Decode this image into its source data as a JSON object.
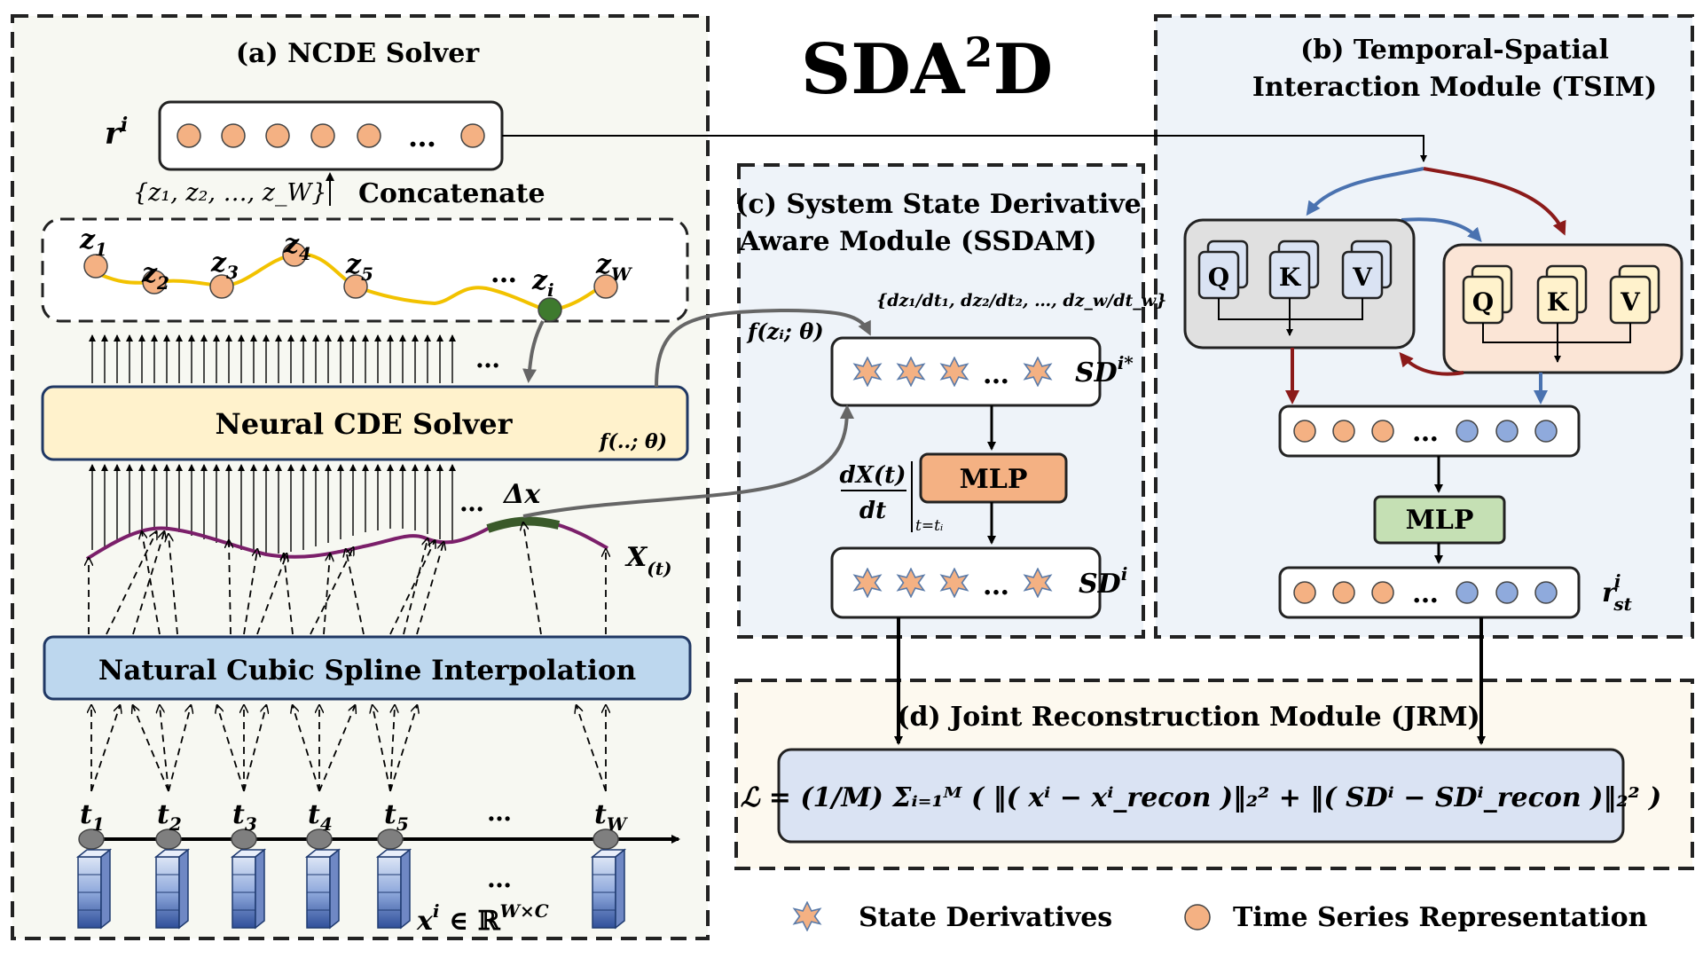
{
  "main_title": {
    "base": "SDA",
    "sup": "2",
    "tail": "D"
  },
  "panels": {
    "ncde": "(a) NCDE Solver",
    "tsim_line1": "(b) Temporal-Spatial",
    "tsim_line2": "Interaction Module (TSIM)",
    "ssdam_line1": "(c) System State Derivative",
    "ssdam_line2": "Aware Module (SSDAM)",
    "jrm": "(d) Joint Reconstruction Module (JRM)"
  },
  "ncde": {
    "r_label": "r",
    "r_sup": "i",
    "ellipsis": "…",
    "z_set": "{z₁, z₂, …, z_W}",
    "concatenate": "Concatenate",
    "z_labels": [
      "z",
      "z",
      "z",
      "z",
      "z",
      "z",
      "z"
    ],
    "z_subs": [
      "1",
      "2",
      "3",
      "4",
      "5",
      "i",
      "W"
    ],
    "solver_label": "Neural CDE Solver",
    "f_theta": "f(..; θ)",
    "delta_x": "Δx",
    "x_t": "X",
    "x_t_sub": "(t)",
    "spline_label": "Natural Cubic Spline Interpolation",
    "t_labels": [
      "t",
      "t",
      "t",
      "t",
      "t",
      "t"
    ],
    "t_subs": [
      "1",
      "2",
      "3",
      "4",
      "5",
      "W"
    ],
    "x_input": "x",
    "x_input_sup": "i",
    "x_input_tail": " ∈ ℝ",
    "x_input_dim": "W×C"
  },
  "ssdam": {
    "deriv_set": "{dz₁/dt₁, dz₂/dt₂, …, dz_w/dt_w}",
    "f_zi": "f(zᵢ; θ)",
    "sd_star": "SD",
    "sd_star_sup": "i*",
    "mlp": "MLP",
    "dxdt_num": "dX(t)",
    "dxdt_den": "dt",
    "dxdt_eval": "t=tᵢ",
    "sd": "SD",
    "sd_sup": "i"
  },
  "tsim": {
    "q": "Q",
    "k": "K",
    "v": "V",
    "mlp": "MLP",
    "r_st": "r",
    "r_st_sup": "i",
    "r_st_sub": "st"
  },
  "jrm": {
    "loss": "ℒ = (1/M) Σᵢ₌₁ᴹ ( ‖( xⁱ − xⁱ_recon )‖₂² + ‖( SDⁱ − SDⁱ_recon )‖₂² )"
  },
  "legend": {
    "star_label": "State Derivatives",
    "circle_label": "Time Series Representation"
  },
  "colors": {
    "orange_node": "#f4b183",
    "blue_node": "#8faadc",
    "star": "#f4b183",
    "solver_fill": "#fff2cc",
    "spline_fill": "#bdd7ee",
    "mlp_orange": "#f4b183",
    "mlp_green": "#c5e0b4",
    "purple_curve": "#7b1f6a",
    "gold_curve": "#f2c200",
    "blue_arrow": "#4a72b0",
    "red_arrow": "#8b1a1a"
  }
}
